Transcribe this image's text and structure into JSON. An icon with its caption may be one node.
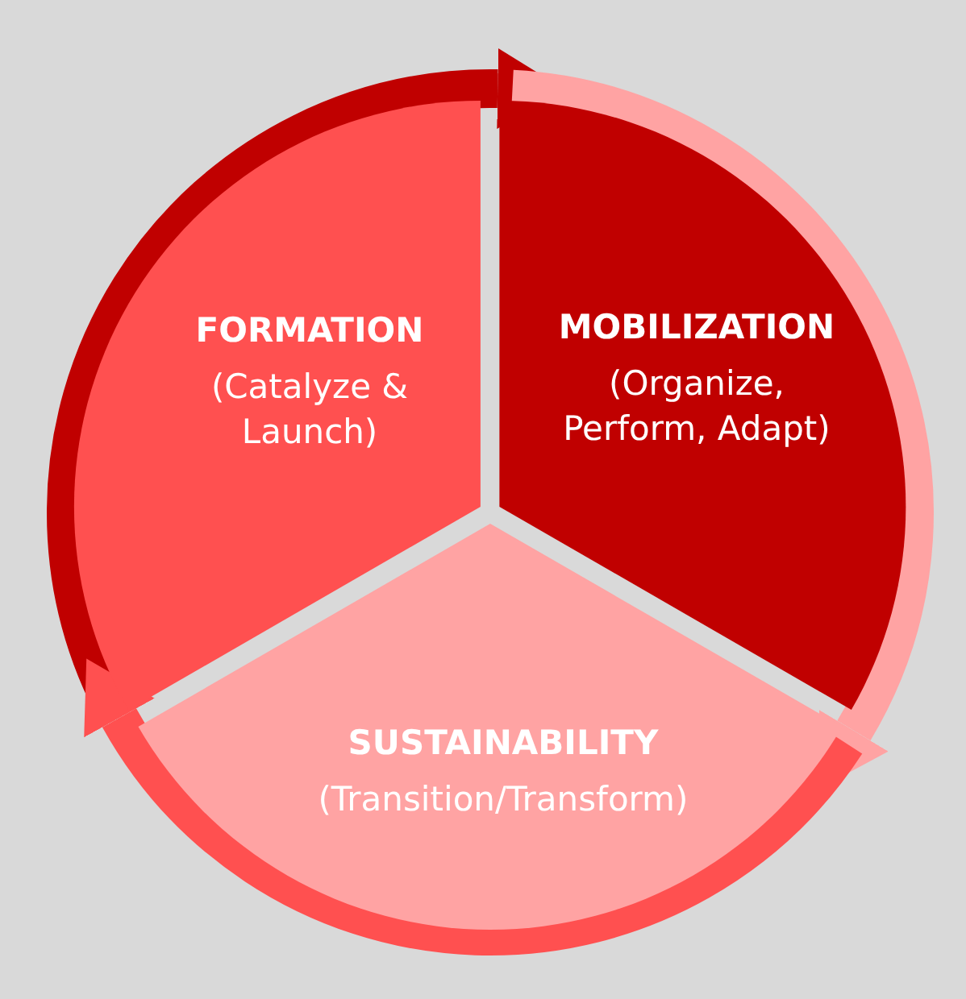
{
  "diagram": {
    "nodes": [
      {
        "text": [
          "FORMATION",
          "(Catalyze & Launch)"
        ]
      },
      {
        "text": [
          "MOBILIZATION",
          "(Organize, Perform, Adapt)"
        ]
      },
      {
        "text": [
          "SUSTAINABILITY",
          "(Transition/Transform)"
        ]
      }
    ],
    "edges": [
      {
        "from": 0,
        "to": 1,
        "arrow": "to",
        "color": "#c00000"
      },
      {
        "from": 1,
        "to": 2,
        "arrow": "to",
        "color": "#ffa3a3"
      },
      {
        "from": 2,
        "to": 0,
        "arrow": "to",
        "color": "#ff5050"
      }
    ]
  }
}
